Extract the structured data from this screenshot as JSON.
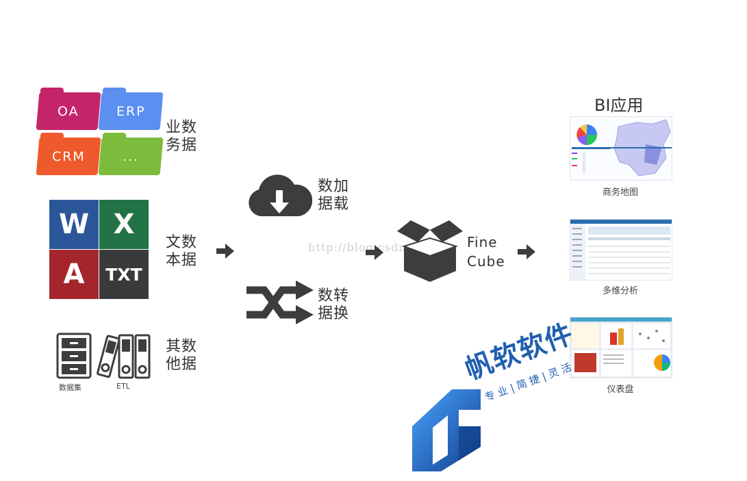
{
  "business_data": {
    "label": "业数\n务据",
    "folders": [
      {
        "text": "OA",
        "color": "#c4256a"
      },
      {
        "text": "ERP",
        "color": "#5b8ff0"
      },
      {
        "text": "CRM",
        "color": "#ee5a2b"
      },
      {
        "text": "...",
        "color": "#7dbb3c"
      }
    ]
  },
  "text_data": {
    "label": "文数\n本据",
    "tiles": [
      {
        "text": "W",
        "color": "#2b579a"
      },
      {
        "text": "X",
        "color": "#217346"
      },
      {
        "text": "A",
        "color": "#a4262c"
      },
      {
        "text": "TXT",
        "color": "#3a3a3a"
      }
    ]
  },
  "other_data": {
    "label": "其数\n他据",
    "items": [
      "数据集",
      "ETL"
    ]
  },
  "process": {
    "load_label": "数加\n据载",
    "transform_label": "数转\n据换"
  },
  "cube": {
    "label": "Fine\nCube"
  },
  "watermark": "http://blog.csdn.net/",
  "bi": {
    "title": "BI应用",
    "apps": [
      {
        "caption": "商务地图"
      },
      {
        "caption": "多维分析"
      },
      {
        "caption": "仪表盘"
      }
    ]
  },
  "brand": {
    "name": "帆软软件",
    "slogan": "专 业 | 简 捷 | 灵 活"
  },
  "colors": {
    "arrow": "#3d3d3d",
    "icon_dark": "#3d3d3d",
    "brand_blue": "#1f5fb0"
  }
}
